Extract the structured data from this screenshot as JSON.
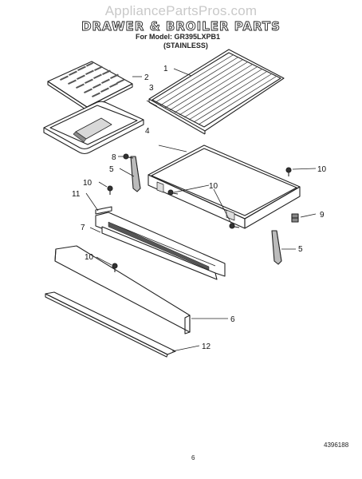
{
  "watermark": "AppliancePartsPros.com",
  "title": "DRAWER & BROILER PARTS",
  "model_line": "For Model: GR395LXPB1",
  "model_line2": "(STAINLESS)",
  "callouts": [
    "1",
    "2",
    "3",
    "4",
    "5",
    "5",
    "6",
    "7",
    "8",
    "9",
    "10",
    "10",
    "10",
    "10",
    "11",
    "12"
  ],
  "doc_number": "4396188",
  "page_number": "6"
}
